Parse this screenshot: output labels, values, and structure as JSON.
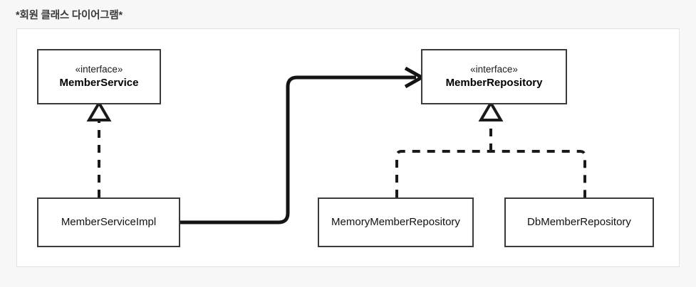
{
  "page": {
    "title": "*회원 클래스 다이어그램*",
    "background_color": "#f7f7f7",
    "card_background": "#ffffff",
    "card_border_color": "#e3e3e3",
    "line_color": "#1a1a1a",
    "box_border_color": "#3b3b3b"
  },
  "diagram": {
    "type": "uml-class-diagram",
    "nodes": [
      {
        "id": "member-service",
        "stereotype": "«interface»",
        "name": "MemberService",
        "kind": "interface"
      },
      {
        "id": "member-repository",
        "stereotype": "«interface»",
        "name": "MemberRepository",
        "kind": "interface"
      },
      {
        "id": "member-service-impl",
        "stereotype": "",
        "name": "MemberServiceImpl",
        "kind": "class"
      },
      {
        "id": "memory-member-repository",
        "stereotype": "",
        "name": "MemoryMemberRepository",
        "kind": "class"
      },
      {
        "id": "db-member-repository",
        "stereotype": "",
        "name": "DbMemberRepository",
        "kind": "class"
      }
    ],
    "edges": [
      {
        "id": "impl-realizes-service",
        "from": "member-service-impl",
        "to": "member-service",
        "type": "realization",
        "style": "dashed",
        "arrow": "hollow-triangle"
      },
      {
        "id": "memory-realizes-repository",
        "from": "memory-member-repository",
        "to": "member-repository",
        "type": "realization",
        "style": "dashed",
        "arrow": "hollow-triangle"
      },
      {
        "id": "db-realizes-repository",
        "from": "db-member-repository",
        "to": "member-repository",
        "type": "realization",
        "style": "dashed",
        "arrow": "hollow-triangle"
      },
      {
        "id": "impl-uses-repository",
        "from": "member-service-impl",
        "to": "member-repository",
        "type": "association",
        "style": "solid",
        "arrow": "open-arrow"
      }
    ]
  }
}
